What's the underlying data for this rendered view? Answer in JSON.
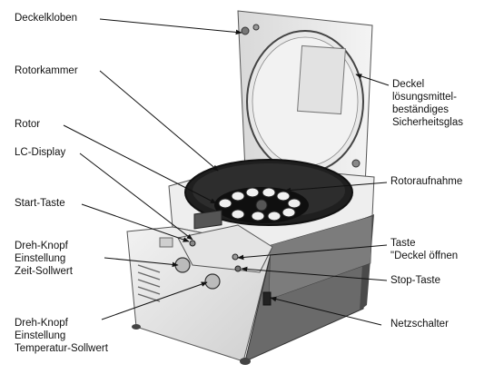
{
  "labels": {
    "deckelkloben": "Deckelkloben",
    "rotorkammer": "Rotorkammer",
    "rotor": "Rotor",
    "lc_display": "LC-Display",
    "start_taste": "Start-Taste",
    "drehknopf_zeit": [
      "Dreh-Knopf",
      "Einstellung",
      "Zeit-Sollwert"
    ],
    "drehknopf_temp": [
      "Dreh-Knopf",
      "Einstellung",
      "Temperatur-Sollwert"
    ],
    "deckel": [
      "Deckel",
      "lösungsmittel-",
      "beständiges",
      "Sicherheitsglas"
    ],
    "rotoraufnahme": "Rotoraufnahme",
    "taste_deckel": [
      "Taste",
      "\"Deckel öffnen"
    ],
    "stop_taste": "Stop-Taste",
    "netzschalter": "Netzschalter"
  }
}
